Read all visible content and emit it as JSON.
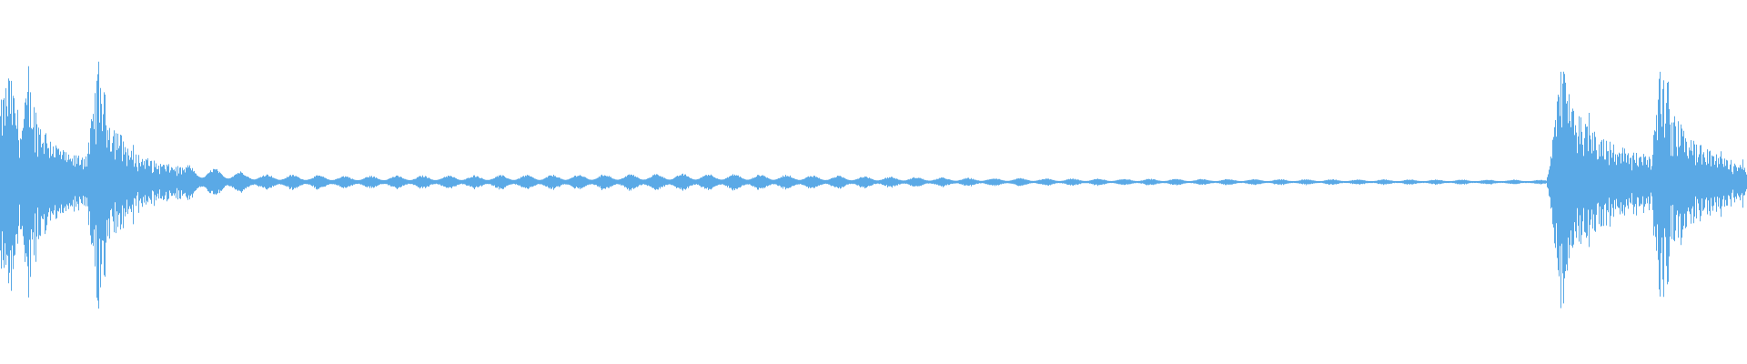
{
  "waveform": {
    "color": "#5aa9e6",
    "background": "#ffffff",
    "envelope": [
      [
        0.0,
        0.55
      ],
      [
        0.005,
        0.78
      ],
      [
        0.012,
        0.4
      ],
      [
        0.016,
        0.72
      ],
      [
        0.022,
        0.45
      ],
      [
        0.03,
        0.3
      ],
      [
        0.04,
        0.18
      ],
      [
        0.05,
        0.22
      ],
      [
        0.056,
        0.86
      ],
      [
        0.062,
        0.48
      ],
      [
        0.075,
        0.22
      ],
      [
        0.09,
        0.14
      ],
      [
        0.11,
        0.09
      ],
      [
        0.13,
        0.07
      ],
      [
        0.15,
        0.045
      ],
      [
        0.2,
        0.035
      ],
      [
        0.3,
        0.04
      ],
      [
        0.35,
        0.045
      ],
      [
        0.4,
        0.048
      ],
      [
        0.45,
        0.042
      ],
      [
        0.5,
        0.032
      ],
      [
        0.55,
        0.024
      ],
      [
        0.6,
        0.02
      ],
      [
        0.7,
        0.017
      ],
      [
        0.8,
        0.015
      ],
      [
        0.87,
        0.013
      ],
      [
        0.885,
        0.012
      ],
      [
        0.889,
        0.35
      ],
      [
        0.893,
        0.95
      ],
      [
        0.898,
        0.55
      ],
      [
        0.91,
        0.38
      ],
      [
        0.93,
        0.24
      ],
      [
        0.945,
        0.17
      ],
      [
        0.95,
        0.86
      ],
      [
        0.956,
        0.5
      ],
      [
        0.97,
        0.28
      ],
      [
        0.985,
        0.18
      ],
      [
        1.0,
        0.12
      ]
    ]
  }
}
